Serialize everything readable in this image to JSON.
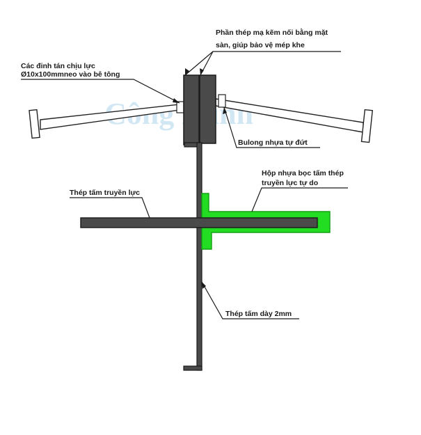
{
  "labels": {
    "anchors_line1": "Các đinh tán chịu lực",
    "anchors_line2": "Ø10x100mmneo vào bê tông",
    "galvanized_line1": "Phần thép mạ kẽm nối bằng mặt",
    "galvanized_line2": "sàn, giúp bảo vệ mép khe",
    "bolt": "Bulong nhựa tự đứt",
    "sleeve_line1": "Hộp nhựa bọc tấm thép",
    "sleeve_line2": "truyền lực tự do",
    "dowel_plate": "Thép tấm truyền lực",
    "thin_plate": "Thép tấm dày 2mm"
  },
  "watermark": "Công Minh",
  "colors": {
    "steel": "#4a4a4a",
    "steel_dark": "#2b2b2b",
    "sleeve": "#22dd22",
    "sleeve_edge": "#14a014",
    "leader": "#1a1a1a"
  }
}
